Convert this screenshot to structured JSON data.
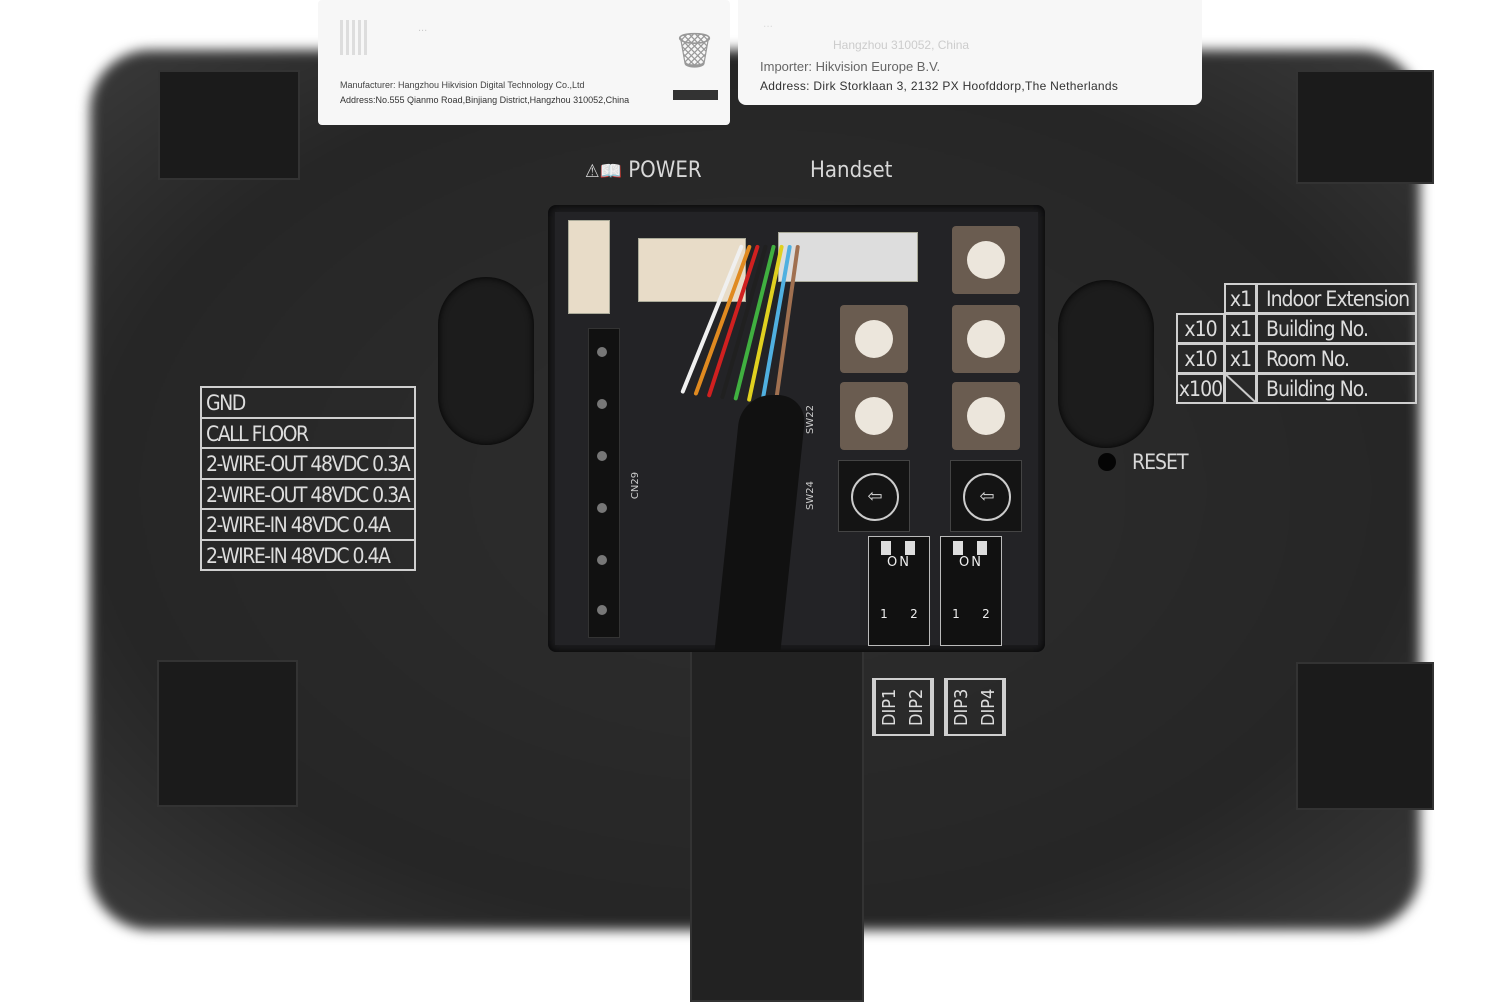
{
  "labels": {
    "left": {
      "faded_code": "...",
      "manufacturer": "Manufacturer: Hangzhou Hikvision Digital Technology Co.,Ltd",
      "address": "Address:No.555 Qianmo Road,Binjiang District,Hangzhou 310052,China"
    },
    "right": {
      "faded_line": "...",
      "city": "Hangzhou 310052, China",
      "importer": "Importer: Hikvision Europe B.V.",
      "address": "Address: Dirk Storklaan 3, 2132 PX Hoofddorp,The Netherlands"
    }
  },
  "ports": {
    "power": "POWER",
    "power_icons": "⚠📖",
    "handset": "Handset",
    "reset": "RESET"
  },
  "terminal_table": [
    "GND",
    "CALL FLOOR",
    "2-WIRE-OUT 48VDC 0.3A",
    "2-WIRE-OUT 48VDC 0.3A",
    "2-WIRE-IN 48VDC 0.4A",
    "2-WIRE-IN 48VDC 0.4A"
  ],
  "address_table": [
    {
      "mult_a": "",
      "mult_b": "x1",
      "label": "Indoor Extension"
    },
    {
      "mult_a": "x10",
      "mult_b": "x1",
      "label": "Building No."
    },
    {
      "mult_a": "x10",
      "mult_b": "x1",
      "label": "Room No."
    },
    {
      "mult_a": "x100",
      "mult_b": "",
      "label": "Building No."
    }
  ],
  "pcb": {
    "cn29": "CN29",
    "sw22": "SW22",
    "sw24": "SW24",
    "dip_on": "ON",
    "dip_1": "1",
    "dip_2": "2"
  },
  "dip_labels": [
    "DIP1",
    "DIP2",
    "DIP3",
    "DIP4"
  ],
  "wire_colors": [
    "#f0f0f0",
    "#e08a20",
    "#d02020",
    "#202020",
    "#40b040",
    "#e0d020",
    "#50b0e0",
    "#a07050"
  ]
}
